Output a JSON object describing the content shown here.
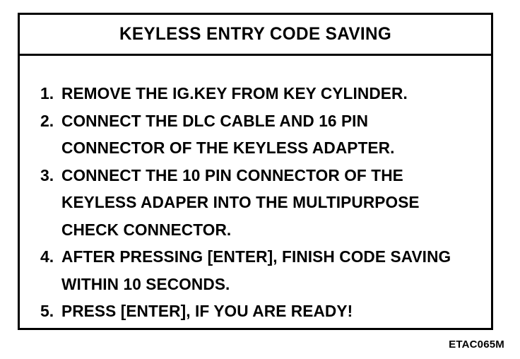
{
  "figure": {
    "title": "KEYLESS ENTRY CODE SAVING",
    "caption": "ETAC065M",
    "colors": {
      "ink": "#000000",
      "paper": "#ffffff"
    },
    "steps": [
      {
        "number": "1.",
        "lines": [
          "REMOVE THE IG.KEY FROM KEY CYLINDER."
        ]
      },
      {
        "number": "2.",
        "lines": [
          "CONNECT THE DLC CABLE AND 16 PIN",
          "CONNECTOR OF THE KEYLESS ADAPTER."
        ]
      },
      {
        "number": "3.",
        "lines": [
          "CONNECT THE 10 PIN CONNECTOR OF THE",
          "KEYLESS ADAPER INTO THE MULTIPURPOSE",
          "CHECK CONNECTOR."
        ]
      },
      {
        "number": "4.",
        "lines": [
          "AFTER PRESSING [ENTER], FINISH CODE SAVING",
          "WITHIN 10 SECONDS."
        ]
      },
      {
        "number": "5.",
        "lines": [
          "PRESS [ENTER], IF YOU ARE READY!"
        ]
      }
    ]
  }
}
